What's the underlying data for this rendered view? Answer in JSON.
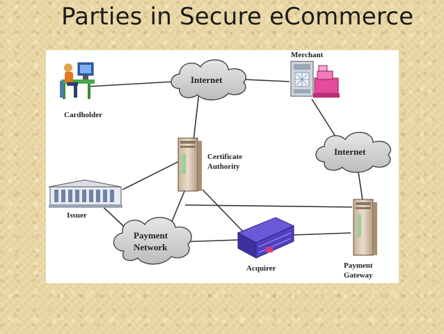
{
  "title": "Parties in Secure eCommerce",
  "labels": {
    "cardholder": "Cardholder",
    "merchant": "Merchant",
    "internet_top": "Internet",
    "internet_right": "Internet",
    "ca_line1": "Certificate",
    "ca_line2": "Authority",
    "issuer": "Issuer",
    "payment_network_line1": "Payment",
    "payment_network_line2": "Network",
    "acquirer": "Acquirer",
    "gateway_line1": "Payment",
    "gateway_line2": "Gateway"
  }
}
